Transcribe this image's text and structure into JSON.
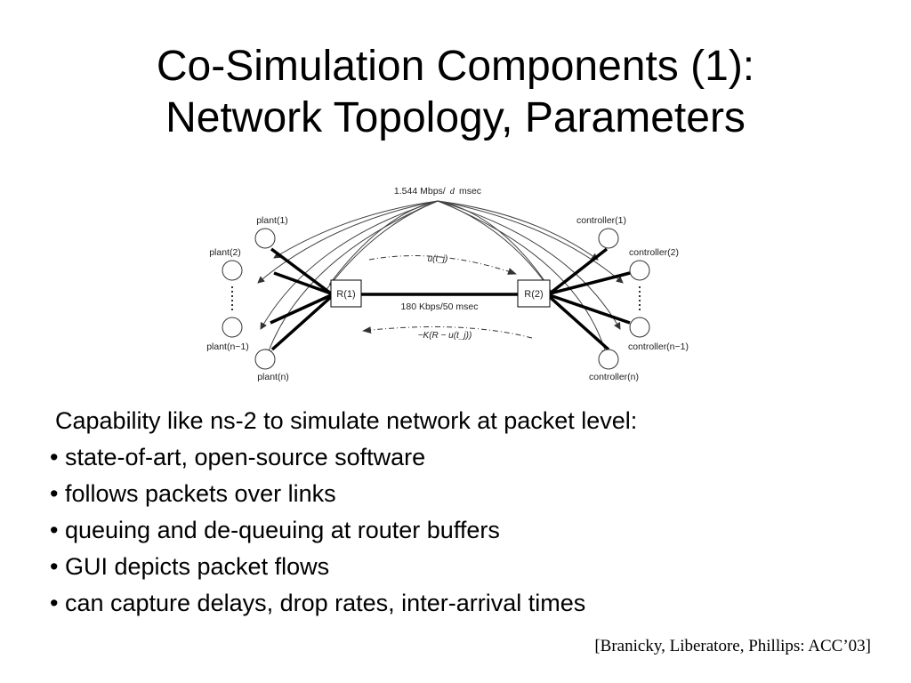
{
  "slide": {
    "title_line1": "Co-Simulation Components (1):",
    "title_line2": "Network Topology, Parameters"
  },
  "diagram": {
    "top_link_label": "1.544 Mbps/",
    "top_link_var": "d",
    "top_link_unit": "msec",
    "middle_link_label": "180 Kbps/50 msec",
    "router_left": "R(1)",
    "router_right": "R(2)",
    "upper_flow_label": "u(t_j)",
    "lower_flow_label": "−K(R − u(t_j))",
    "plants": [
      "plant(1)",
      "plant(2)",
      "plant(n−1)",
      "plant(n)"
    ],
    "controllers": [
      "controller(1)",
      "controller(2)",
      "controller(n−1)",
      "controller(n)"
    ]
  },
  "body": {
    "intro": "Capability like ns-2 to simulate network at packet level:",
    "bullets": [
      "state-of-art, open-source software",
      "follows packets over links",
      "queuing and de-queuing at router buffers",
      "GUI depicts packet flows",
      "can capture delays, drop rates, inter-arrival times"
    ]
  },
  "citation": "[Branicky, Liberatore, Phillips: ACC’03]"
}
